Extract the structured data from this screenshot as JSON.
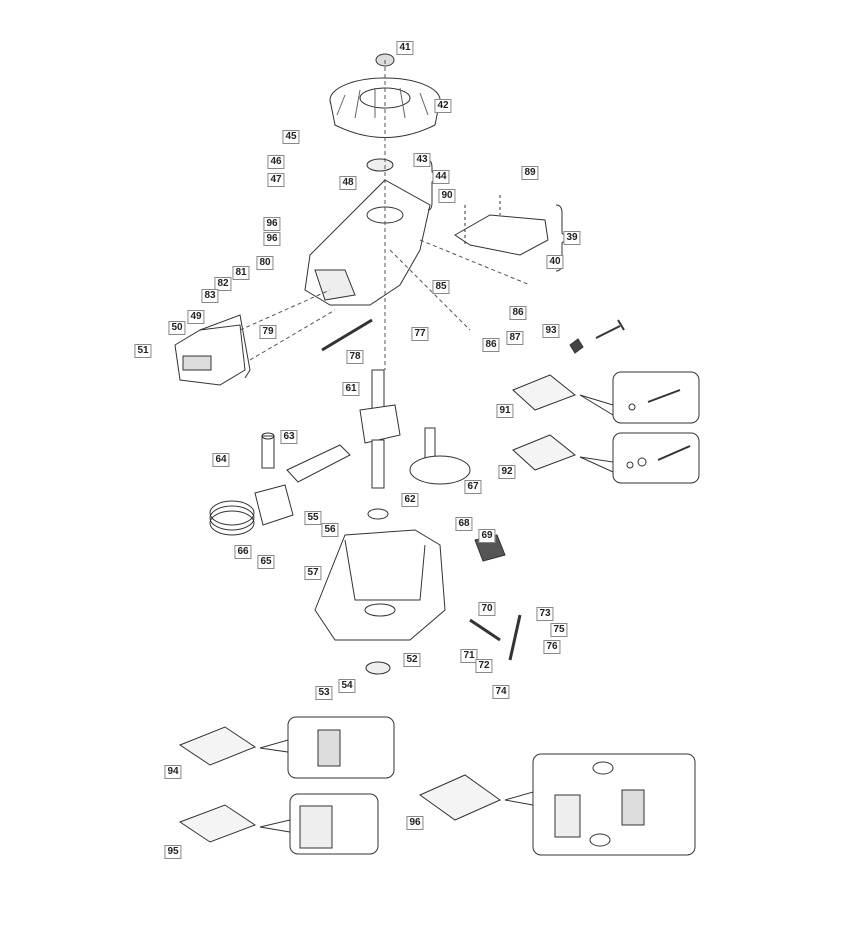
{
  "diagram": {
    "type": "exploded-parts-diagram",
    "labels": [
      "41",
      "42",
      "43",
      "44",
      "45",
      "46",
      "47",
      "48",
      "89",
      "90",
      "39",
      "40",
      "96",
      "96",
      "80",
      "81",
      "82",
      "83",
      "49",
      "50",
      "79",
      "51",
      "78",
      "77",
      "85",
      "86",
      "86",
      "87",
      "93",
      "61",
      "91",
      "92",
      "64",
      "63",
      "67",
      "55",
      "56",
      "62",
      "68",
      "69",
      "66",
      "65",
      "57",
      "70",
      "73",
      "75",
      "76",
      "71",
      "72",
      "52",
      "53",
      "54",
      "74",
      "94",
      "95",
      "96"
    ]
  }
}
